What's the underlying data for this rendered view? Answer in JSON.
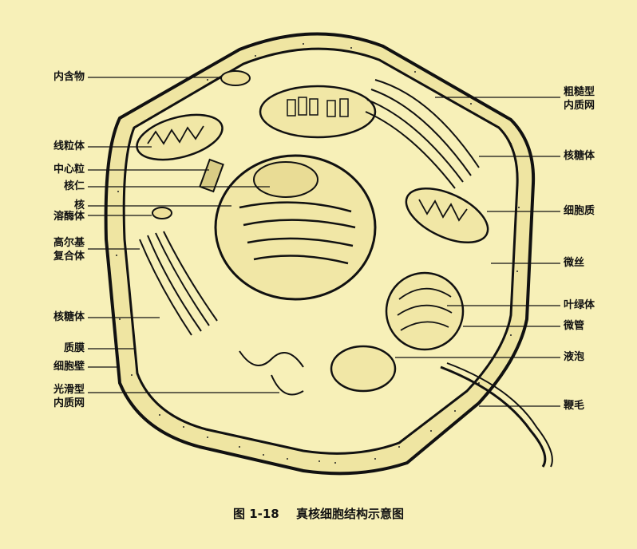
{
  "figure": {
    "number": "图 1-18",
    "title": "真核细胞结构示意图"
  },
  "labels_left": [
    {
      "id": "inclusion",
      "lines": [
        "内含物"
      ]
    },
    {
      "id": "mitochondria",
      "lines": [
        "线粒体"
      ]
    },
    {
      "id": "centriole",
      "lines": [
        "中心粒"
      ]
    },
    {
      "id": "nucleolus",
      "lines": [
        "核仁"
      ]
    },
    {
      "id": "nucleus",
      "lines": [
        "核"
      ]
    },
    {
      "id": "lysosome",
      "lines": [
        "溶酶体"
      ]
    },
    {
      "id": "golgi",
      "lines": [
        "高尔基",
        "复合体"
      ]
    },
    {
      "id": "ribosome-left",
      "lines": [
        "核糖体"
      ]
    },
    {
      "id": "plasma-membrane",
      "lines": [
        "质膜"
      ]
    },
    {
      "id": "cell-wall",
      "lines": [
        "细胞壁"
      ]
    },
    {
      "id": "smooth-er",
      "lines": [
        "光滑型",
        "内质网"
      ]
    }
  ],
  "labels_right": [
    {
      "id": "rough-er",
      "lines": [
        "粗糙型",
        "内质网"
      ]
    },
    {
      "id": "ribosome-right",
      "lines": [
        "核糖体"
      ]
    },
    {
      "id": "cytoplasm",
      "lines": [
        "细胞质"
      ]
    },
    {
      "id": "microfilament",
      "lines": [
        "微丝"
      ]
    },
    {
      "id": "chloroplast",
      "lines": [
        "叶绿体"
      ]
    },
    {
      "id": "microtubule",
      "lines": [
        "微管"
      ]
    },
    {
      "id": "vacuole",
      "lines": [
        "液泡"
      ]
    },
    {
      "id": "flagellum",
      "lines": [
        "鞭毛"
      ]
    }
  ],
  "colors": {
    "background": "#f7f0b8",
    "ink": "#111111",
    "wall_fill": "#f1e8a8"
  }
}
